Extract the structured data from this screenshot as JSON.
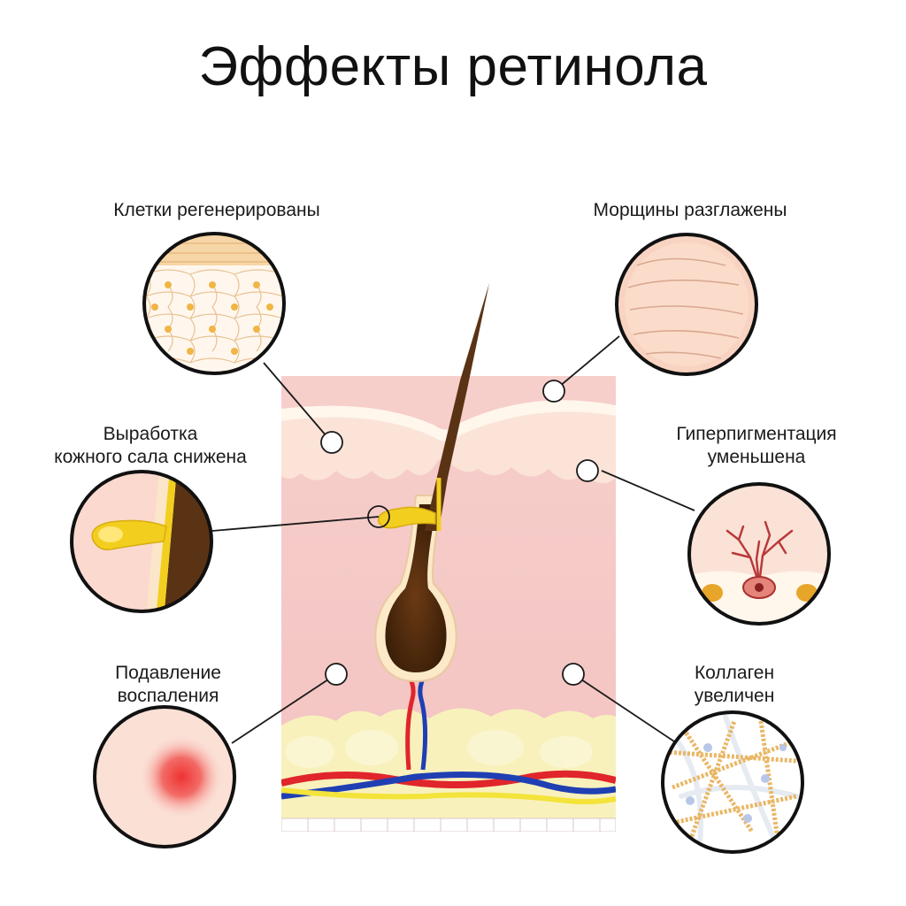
{
  "title": "Эффекты ретинола",
  "labels": {
    "cells": [
      "Клетки регенерированы"
    ],
    "wrinkles": [
      "Морщины разглажены"
    ],
    "sebum": [
      "Выработка",
      "кожного сала снижена"
    ],
    "pigment": [
      "Гиперпигментация",
      "уменьшена"
    ],
    "inflammation": [
      "Подавление",
      "воспаления"
    ],
    "collagen": [
      "Коллаген",
      "увеличен"
    ]
  },
  "colors": {
    "skin_top": "#f7d0c8",
    "dermis": "#f5c9c6",
    "epidermis_band": "#fbe6dc",
    "fat": "#f7f0b8",
    "hair": "#5a3315",
    "sebum": "#f2cf1e",
    "artery": "#e0252b",
    "vein": "#1f3fb3",
    "nerve": "#f3e33a",
    "circle_fill": "#fbe0d6",
    "inflammation": "#ee3a3a"
  }
}
